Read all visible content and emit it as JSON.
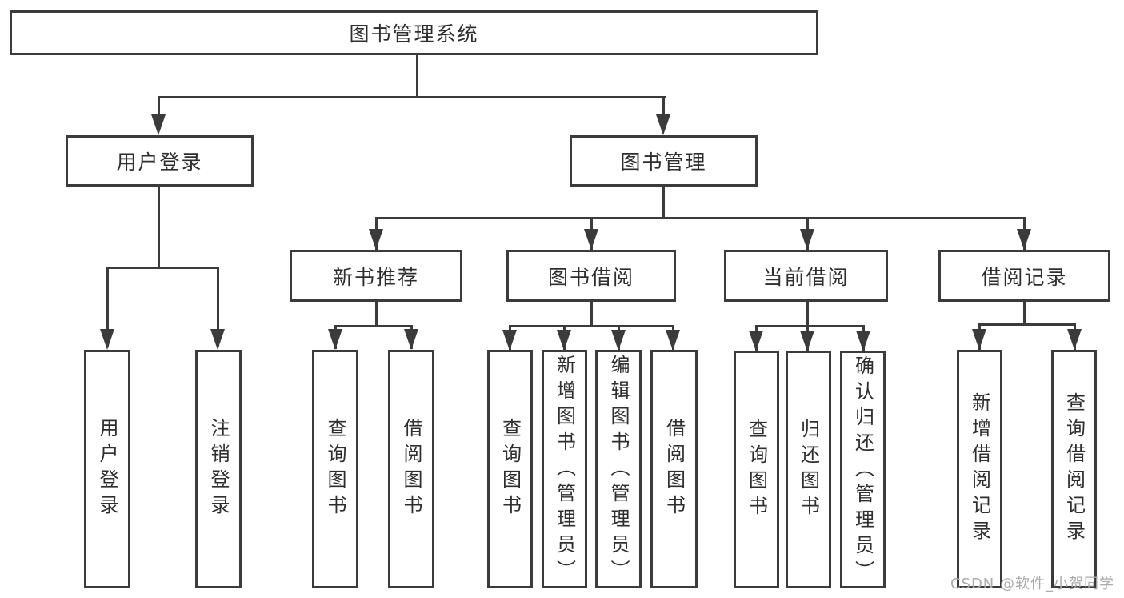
{
  "diagram": {
    "title": "图书管理系统",
    "level2": {
      "user_login": "用户登录",
      "book_mgmt": "图书管理"
    },
    "level3": {
      "new_book_rec": "新书推荐",
      "book_borrow": "图书借阅",
      "current_borrow": "当前借阅",
      "borrow_records": "借阅记录"
    },
    "leaves": {
      "user_login_leaf": "用户登录",
      "logout_leaf": "注销登录",
      "nb_query": "查询图书",
      "nb_borrow": "借阅图书",
      "bb_query": "查询图书",
      "bb_add": "新增图书（管理员）",
      "bb_edit": "编辑图书（管理员）",
      "bb_borrow": "借阅图书",
      "cb_query": "查询图书",
      "cb_return": "归还图书",
      "cb_confirm": "确认归还（管理员）",
      "br_add": "新增借阅记录",
      "br_query": "查询借阅记录"
    }
  },
  "watermark": "CSDN @软件_小贺同学",
  "colors": {
    "line": "#3b3b3b",
    "text": "#2e2e2e",
    "watermark": "#ababab",
    "background": "#ffffff"
  }
}
